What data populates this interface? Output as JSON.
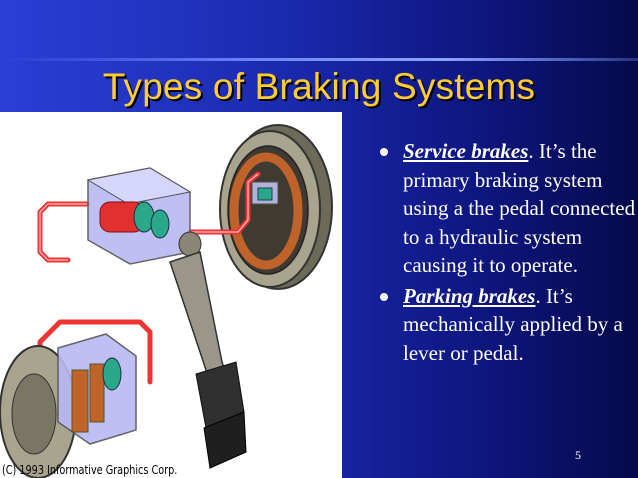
{
  "slide": {
    "title": "Types of Braking Systems",
    "page_number": "5"
  },
  "figure": {
    "credit": "(C) 1993 Informative Graphics Corp."
  },
  "bullets": [
    {
      "term": "Service brakes",
      "text": ". It’s the primary braking system using a the pedal connected to a hydraulic system causing it to operate."
    },
    {
      "term": "Parking brakes",
      "text": ". It’s mechanically applied by a lever or pedal."
    }
  ],
  "colors": {
    "title": "#ffcc33",
    "text": "#ffffff",
    "background_left": "#2a3fd6",
    "background_right": "#050a4a",
    "brake_line": "#ee3333"
  }
}
